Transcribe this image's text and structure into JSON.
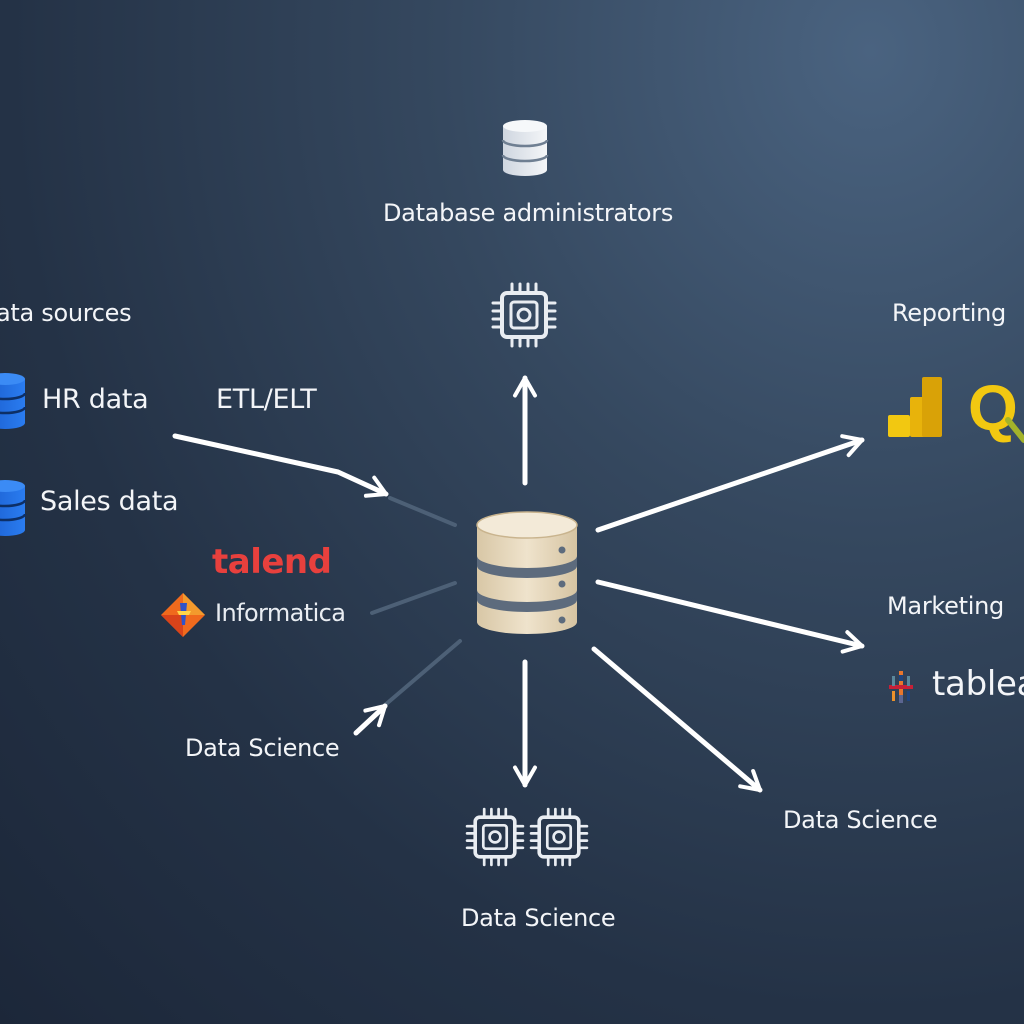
{
  "labels": {
    "db_admins": "Database administrators",
    "data_sources": "ata sources",
    "hr_data": "HR data",
    "sales_data": "Sales data",
    "etl": "ETL/ELT",
    "talend": "talend",
    "informatica": "Informatica",
    "data_science_left": "Data Science",
    "data_science_bottom": "Data Science",
    "data_science_right": "Data Science",
    "reporting": "Reporting",
    "marketing": "Marketing",
    "tableau": "tablea"
  },
  "logos": {
    "qlik_text": "Q"
  },
  "icons": {
    "db_admin": "database-stack-icon",
    "central": "central-database-icon",
    "sources": "database-icon",
    "chip": "cpu-chip-icon",
    "power_bi": "power-bi-logo",
    "tableau": "tableau-logo",
    "informatica": "informatica-logo"
  },
  "colors": {
    "background": "#243246",
    "arrow": "#ffffff",
    "talend": "#e8403d",
    "source_db": "#1f6fe0",
    "central_db": "#e9dcc2",
    "power_bi": "#f2c811",
    "qlik": "#f2c811"
  }
}
